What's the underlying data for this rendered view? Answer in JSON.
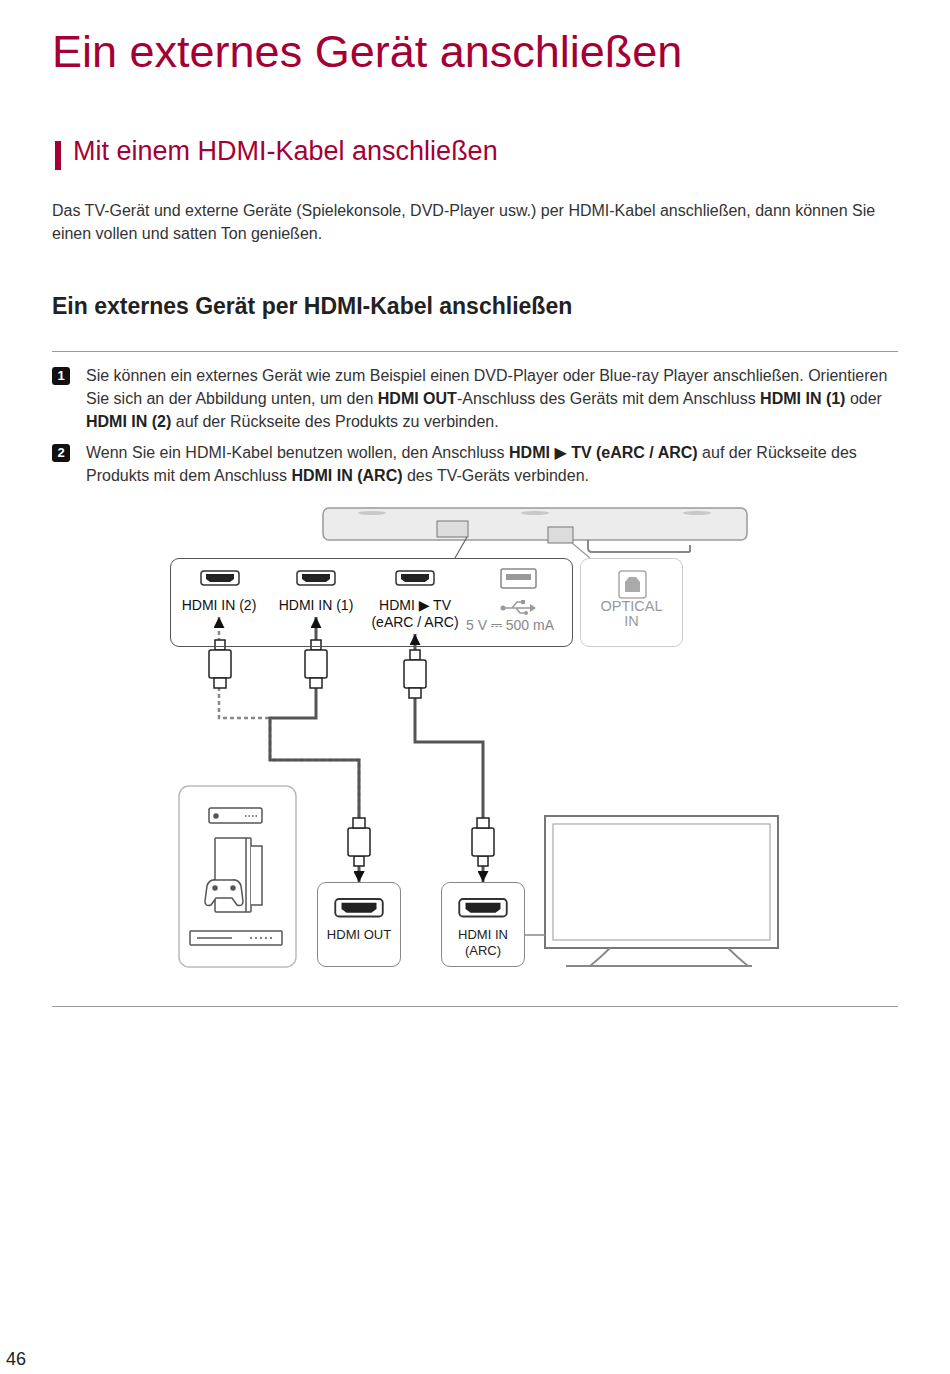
{
  "diagram": {
    "title": "Ein externes Gerät anschließen",
    "nodes": [
      {
        "text": [
          "5 V ⎓ 500 mA"
        ]
      },
      {
        "text": [
          "HDMI IN (2)"
        ],
        "in": 0
      },
      {
        "text": [
          "HDMI IN (1)"
        ],
        "in": 0
      },
      {
        "text": [
          "HDMI ▶ TV (eARC / ARC)"
        ],
        "in": 0
      },
      {
        "text": [
          "OPTICAL IN"
        ]
      },
      {
        "text": [
          "HDMI OUT"
        ]
      },
      {
        "text": [
          "HDMI IN (ARC)"
        ]
      }
    ],
    "edges": [
      {
        "from": 1,
        "to": 5,
        "arrow": "both"
      },
      {
        "from": 2,
        "to": 5,
        "arrow": "both"
      },
      {
        "from": 3,
        "to": 6,
        "arrow": "both"
      }
    ],
    "labels": [
      "Mit einem HDMI-Kabel anschließen",
      "Das TV-Gerät und externe Geräte (Spielekonsole, DVD-Player usw.) per HDMI-Kabel anschließen, dann können Sie einen vollen und satten Ton genießen.",
      "Ein externes Gerät per HDMI-Kabel anschließen",
      "1",
      "Sie können ein externes Gerät wie zum Beispiel einen DVD-Player oder Blue-ray Player anschließen. Orientieren Sie sich an der Abbildung unten, um den ",
      "HDMI OUT",
      "-Anschluss des Geräts mit dem Anschluss ",
      "HDMI IN (1)",
      " oder ",
      "HDMI IN (2)",
      " auf der Rückseite des Produkts zu verbinden.",
      "2",
      "Wenn Sie ein HDMI-Kabel benutzen wollen, den Anschluss ",
      "HDMI ▶ TV (eARC / ARC)",
      " auf der Rückseite des Produkts mit dem Anschluss ",
      "HDMI IN (ARC)",
      " des TV-Geräts verbinden.",
      "46"
    ]
  }
}
